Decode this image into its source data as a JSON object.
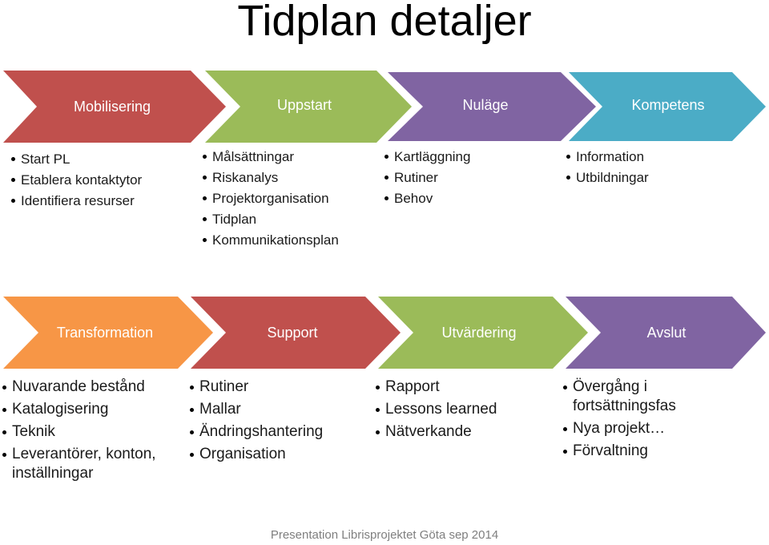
{
  "title": "Tidplan detaljer",
  "footer": "Presentation Librisprojektet Göta sep 2014",
  "colors": {
    "red": "#c0504d",
    "green": "#9bbb59",
    "purple": "#8064a2",
    "teal": "#4bacc6",
    "orange": "#f79646"
  },
  "row1": [
    {
      "label": "Mobilisering",
      "color": "#c0504d",
      "items": [
        "Start PL",
        "Etablera kontaktytor",
        "Identifiera resurser"
      ]
    },
    {
      "label": "Uppstart",
      "color": "#9bbb59",
      "items": [
        "Målsättningar",
        "Riskanalys",
        "Projektorganisation",
        "Tidplan",
        "Kommunikationsplan"
      ]
    },
    {
      "label": "Nuläge",
      "color": "#8064a2",
      "items": [
        "Kartläggning",
        "Rutiner",
        "Behov"
      ]
    },
    {
      "label": "Kompetens",
      "color": "#4bacc6",
      "items": [
        "Information",
        "Utbildningar"
      ]
    }
  ],
  "row2": [
    {
      "label": "Transformation",
      "color": "#f79646",
      "items": [
        "Nuvarande bestånd",
        "Katalogisering",
        "Teknik",
        "Leverantörer, konton, inställningar"
      ]
    },
    {
      "label": "Support",
      "color": "#c0504d",
      "items": [
        "Rutiner",
        "Mallar",
        "Ändringshantering",
        "Organisation"
      ]
    },
    {
      "label": "Utvärdering",
      "color": "#9bbb59",
      "items": [
        "Rapport",
        "Lessons learned",
        "Nätverkande"
      ]
    },
    {
      "label": "Avslut",
      "color": "#8064a2",
      "items": [
        "Övergång i fortsättningsfas",
        "Nya projekt…",
        "Förvaltning"
      ]
    }
  ]
}
